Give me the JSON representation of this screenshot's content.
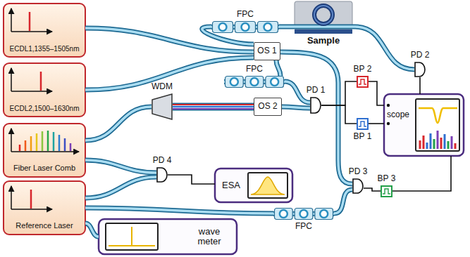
{
  "diagram": {
    "nodes": [
      {
        "text": [
          "ECDL1,1355–1505nm"
        ]
      },
      {
        "text": [
          "ECDL2,1500–1630nm"
        ]
      },
      {
        "text": [
          "Fiber Laser Comb"
        ]
      },
      {
        "text": [
          "Reference Laser"
        ]
      },
      {
        "text": [
          "FPC"
        ]
      },
      {
        "text": [
          "Sample"
        ]
      },
      {
        "text": [
          "PD 2"
        ]
      },
      {
        "text": [
          "OS 1"
        ]
      },
      {
        "text": [
          "FPC"
        ]
      },
      {
        "text": [
          "WDM"
        ]
      },
      {
        "text": [
          "OS 2"
        ]
      },
      {
        "text": [
          "PD 1"
        ]
      },
      {
        "text": [
          "BP 2"
        ]
      },
      {
        "text": [
          "BP 1"
        ]
      },
      {
        "text": [
          "scope"
        ]
      },
      {
        "text": [
          "PD 4"
        ]
      },
      {
        "text": [
          "ESA"
        ]
      },
      {
        "text": [
          "PD 3"
        ]
      },
      {
        "text": [
          "BP 3"
        ]
      },
      {
        "text": [
          "FPC"
        ]
      },
      {
        "text": [
          "wave meter"
        ]
      }
    ],
    "edges": [
      {
        "from": 0,
        "to": 7,
        "arrow": "none"
      },
      {
        "from": 1,
        "to": 7,
        "arrow": "none"
      },
      {
        "from": 7,
        "to": 4,
        "arrow": "none"
      },
      {
        "from": 4,
        "to": 5,
        "arrow": "none"
      },
      {
        "from": 5,
        "to": 6,
        "arrow": "none"
      },
      {
        "from": 7,
        "to": 8,
        "arrow": "none"
      },
      {
        "from": 8,
        "to": 11,
        "arrow": "none"
      },
      {
        "from": 2,
        "to": 9,
        "arrow": "none"
      },
      {
        "from": 9,
        "to": 10,
        "arrow": "none"
      },
      {
        "from": 10,
        "to": 11,
        "arrow": "none"
      },
      {
        "from": 7,
        "to": 17,
        "arrow": "none"
      },
      {
        "from": 2,
        "to": 15,
        "arrow": "none"
      },
      {
        "from": 3,
        "to": 15,
        "arrow": "none"
      },
      {
        "from": 15,
        "to": 16,
        "arrow": "none"
      },
      {
        "from": 3,
        "to": 20,
        "arrow": "none"
      },
      {
        "from": 3,
        "to": 19,
        "arrow": "none"
      },
      {
        "from": 19,
        "to": 17,
        "arrow": "none"
      },
      {
        "from": 11,
        "to": 12,
        "arrow": "none"
      },
      {
        "from": 11,
        "to": 13,
        "arrow": "none"
      },
      {
        "from": 12,
        "to": 14,
        "arrow": "none"
      },
      {
        "from": 13,
        "to": 14,
        "arrow": "none"
      },
      {
        "from": 6,
        "to": 14,
        "arrow": "none"
      },
      {
        "from": 17,
        "to": 18,
        "arrow": "none"
      },
      {
        "from": 18,
        "to": 14,
        "arrow": "none"
      }
    ]
  }
}
